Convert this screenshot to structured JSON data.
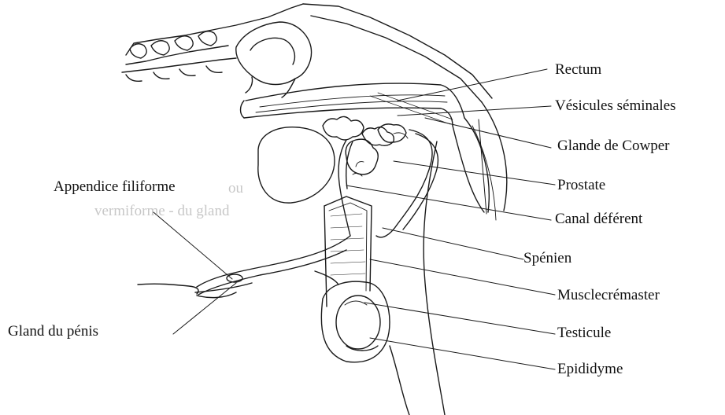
{
  "colors": {
    "background": "#ffffff",
    "line": "#1a1a1a",
    "text": "#111111"
  },
  "labels": {
    "rectum": "Rectum",
    "vesicules": "Vésicules séminales",
    "cowper": "Glande de Cowper",
    "prostate": "Prostate",
    "canal": "Canal déférent",
    "spenien": "Spénien",
    "muscle": "Musclecrémaster",
    "testicule": "Testicule",
    "epididyme": "Epididyme",
    "appendice": "Appendice filiforme",
    "appendice_ghost": "ou",
    "vermiforme": "vermiforme - du gland",
    "gland": "Gland du pénis"
  }
}
